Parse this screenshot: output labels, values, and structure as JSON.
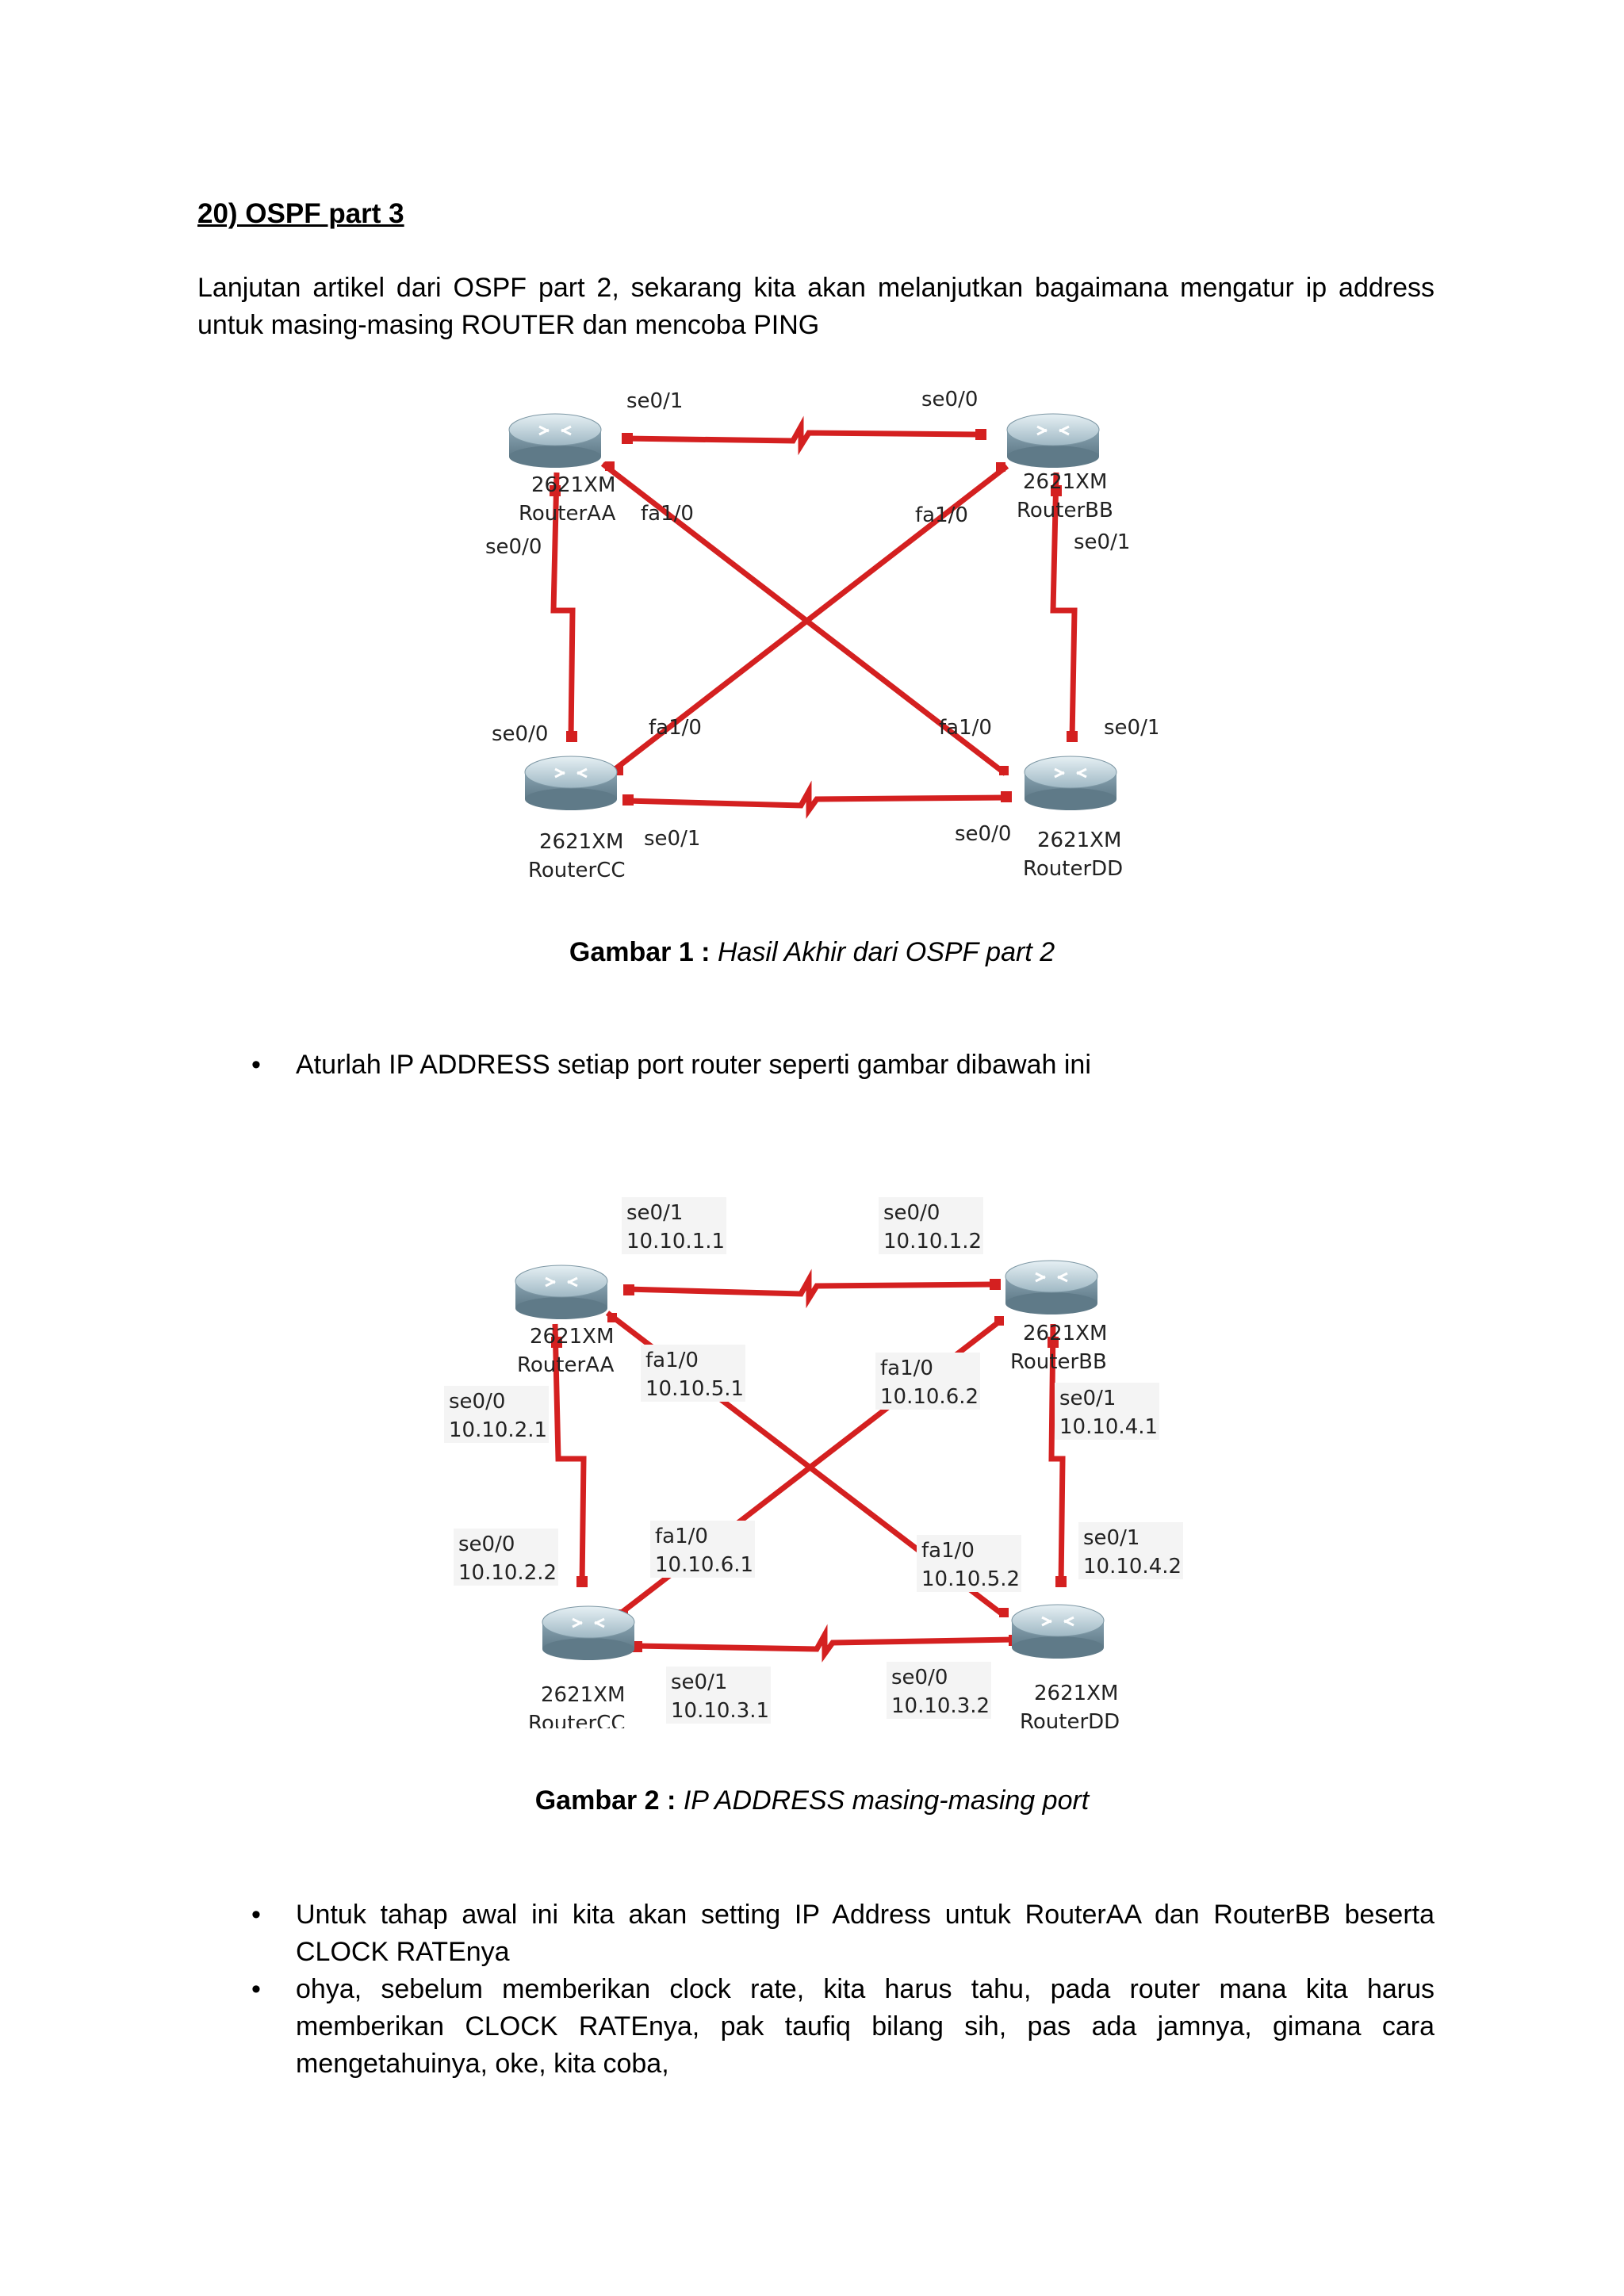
{
  "heading": "20)  OSPF part 3",
  "intro": "Lanjutan artikel dari OSPF part 2, sekarang kita akan melanjutkan bagaimana mengatur ip address untuk masing-masing ROUTER dan mencoba PING",
  "figure1": {
    "caption_label": "Gambar 1 :",
    "caption_text": "Hasil Akhir dari OSPF part 2",
    "routers": {
      "aa": {
        "model": "2621XM",
        "name": "RouterAA"
      },
      "bb": {
        "model": "2621XM",
        "name": "RouterBB"
      },
      "cc": {
        "model": "2621XM",
        "name": "RouterCC"
      },
      "dd": {
        "model": "2621XM",
        "name": "RouterDD"
      }
    },
    "ports": {
      "aa_top": "se0/1",
      "bb_top": "se0/0",
      "aa_fa": "fa1/0",
      "bb_fa": "fa1/0",
      "aa_left": "se0/0",
      "bb_right": "se0/1",
      "cc_left": "se0/0",
      "cc_fa": "fa1/0",
      "dd_fa": "fa1/0",
      "dd_right": "se0/1",
      "cc_bottom": "se0/1",
      "dd_bottom": "se0/0"
    }
  },
  "bullet1": "Aturlah IP ADDRESS setiap port router seperti gambar dibawah ini",
  "figure2": {
    "caption_label": "Gambar 2 :",
    "caption_text": "IP ADDRESS masing-masing port",
    "routers": {
      "aa": {
        "model": "2621XM",
        "name": "RouterAA"
      },
      "bb": {
        "model": "2621XM",
        "name": "RouterBB"
      },
      "cc": {
        "model": "2621XM",
        "name": "RouterCC"
      },
      "dd": {
        "model": "2621XM",
        "name": "RouterDD"
      }
    },
    "ports": {
      "aa_se01": {
        "port": "se0/1",
        "ip": "10.10.1.1"
      },
      "bb_se00": {
        "port": "se0/0",
        "ip": "10.10.1.2"
      },
      "aa_fa10": {
        "port": "fa1/0",
        "ip": "10.10.5.1"
      },
      "bb_fa10": {
        "port": "fa1/0",
        "ip": "10.10.6.2"
      },
      "aa_se00": {
        "port": "se0/0",
        "ip": "10.10.2.1"
      },
      "bb_se01": {
        "port": "se0/1",
        "ip": "10.10.4.1"
      },
      "cc_se00": {
        "port": "se0/0",
        "ip": "10.10.2.2"
      },
      "cc_fa10": {
        "port": "fa1/0",
        "ip": "10.10.6.1"
      },
      "dd_fa10": {
        "port": "fa1/0",
        "ip": "10.10.5.2"
      },
      "dd_se01": {
        "port": "se0/1",
        "ip": "10.10.4.2"
      },
      "cc_se01": {
        "port": "se0/1",
        "ip": "10.10.3.1"
      },
      "dd_se00": {
        "port": "se0/0",
        "ip": "10.10.3.2"
      }
    }
  },
  "bullet2": "Untuk tahap awal ini kita akan setting IP Address untuk RouterAA dan RouterBB beserta CLOCK RATEnya",
  "bullet3": "ohya, sebelum memberikan clock rate, kita harus tahu, pada router mana kita harus memberikan CLOCK RATEnya, pak taufiq bilang sih, pas ada jamnya, gimana cara mengetahuinya, oke, kita coba,",
  "bullet_symbol": "•",
  "colors": {
    "link": "#d42020",
    "router_top": "#cfe0e8",
    "router_body": "#7f9aa8"
  }
}
